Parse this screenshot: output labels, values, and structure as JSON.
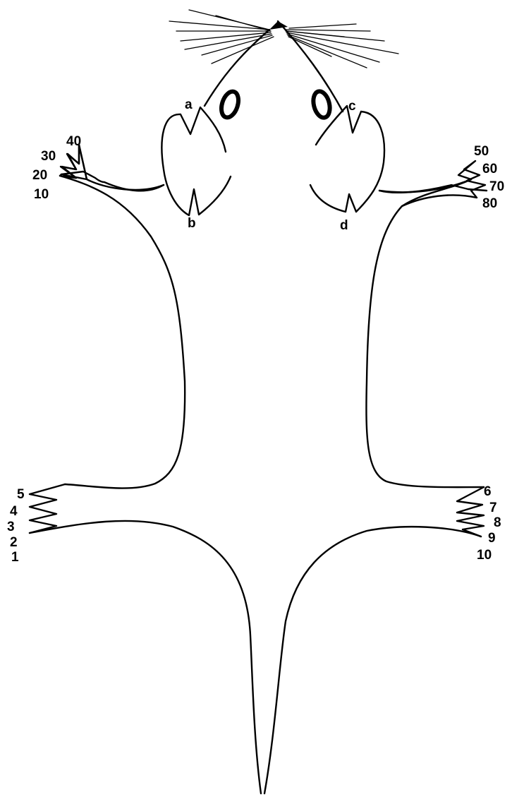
{
  "ear_labels": {
    "left_front": "a",
    "left_back": "b",
    "right_front": "c",
    "right_back": "d"
  },
  "front_left_digits": [
    "10",
    "20",
    "30",
    "40"
  ],
  "front_right_digits": [
    "50",
    "60",
    "70",
    "80"
  ],
  "hind_left_digits": [
    "1",
    "2",
    "3",
    "4",
    "5"
  ],
  "hind_right_digits": [
    "6",
    "7",
    "8",
    "9",
    "10"
  ],
  "colors": {
    "line": "#000000",
    "background": "#ffffff"
  }
}
